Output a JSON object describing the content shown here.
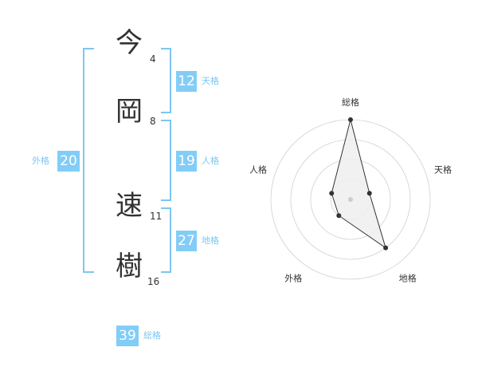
{
  "name": {
    "chars": [
      {
        "char": "今",
        "strokes": "4"
      },
      {
        "char": "岡",
        "strokes": "8"
      },
      {
        "char": "速",
        "strokes": "11"
      },
      {
        "char": "樹",
        "strokes": "16"
      }
    ]
  },
  "kaku": {
    "ten": {
      "value": "12",
      "label": "天格"
    },
    "jin": {
      "value": "19",
      "label": "人格"
    },
    "chi": {
      "value": "27",
      "label": "地格"
    },
    "gai": {
      "value": "20",
      "label": "外格"
    },
    "sou": {
      "value": "39",
      "label": "総格"
    }
  },
  "colors": {
    "accent": "#82cdf7",
    "bracket": "#7cc6f2",
    "polygon_fill": "#eeeeee"
  },
  "chart_data": {
    "type": "radar",
    "axes": [
      "総格",
      "天格",
      "地格",
      "外格",
      "人格"
    ],
    "values": [
      4,
      1,
      3,
      1,
      1
    ],
    "max": 4,
    "rings": 4,
    "grid": true
  }
}
